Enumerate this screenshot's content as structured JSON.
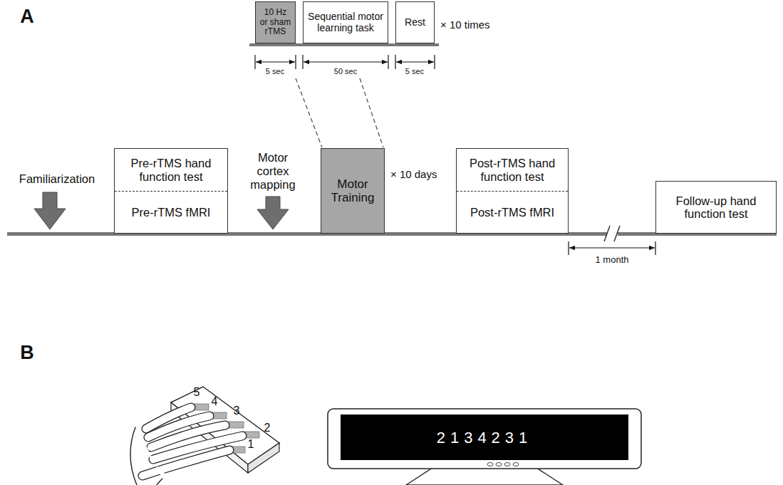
{
  "diagram": {
    "nodes": [
      {
        "text": [
          "10 Hz or sham rTMS"
        ]
      },
      {
        "text": [
          "Sequential motor learning task"
        ]
      },
      {
        "text": [
          "Rest"
        ]
      },
      {
        "text": [
          "Pre-rTMS hand function test",
          "Pre-rTMS fMRI"
        ]
      },
      {
        "text": [
          "Motor Training"
        ]
      },
      {
        "text": [
          "Post-rTMS hand function test",
          "Post-rTMS fMRI"
        ]
      },
      {
        "text": [
          "Follow-up hand function test"
        ]
      }
    ],
    "labels": [
      "A",
      "B",
      "× 10 times",
      "5 sec",
      "50 sec",
      "5 sec",
      "Familiarization",
      "Motor cortex mapping",
      "× 10 days",
      "1 month",
      "5",
      "4",
      "3",
      "2",
      "1",
      "2134231"
    ]
  }
}
